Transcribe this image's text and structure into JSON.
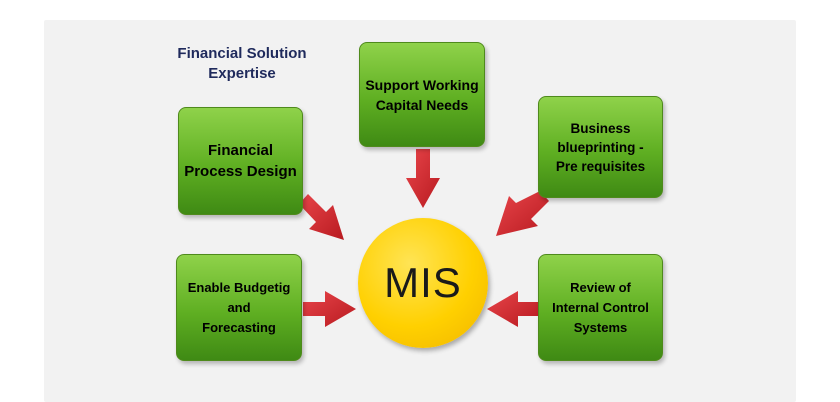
{
  "title": [
    "Financial Solution",
    "Expertise"
  ],
  "center": {
    "label": "MIS"
  },
  "boxes": {
    "financial_process": [
      "Financial",
      "Process Design"
    ],
    "support_working": [
      "Support Working",
      "Capital Needs"
    ],
    "business_blueprinting": [
      "Business",
      "blueprinting -",
      "Pre requisites"
    ],
    "budgeting": [
      "Enable Budgetig",
      "and",
      "Forecasting"
    ],
    "internal_control": [
      "Review of",
      "Internal Control",
      "Systems"
    ]
  },
  "colors": {
    "box_green": "#5faf22",
    "arrow_red": "#d7262b",
    "center_yellow": "#ffd000",
    "title_navy": "#1f2a5c"
  }
}
